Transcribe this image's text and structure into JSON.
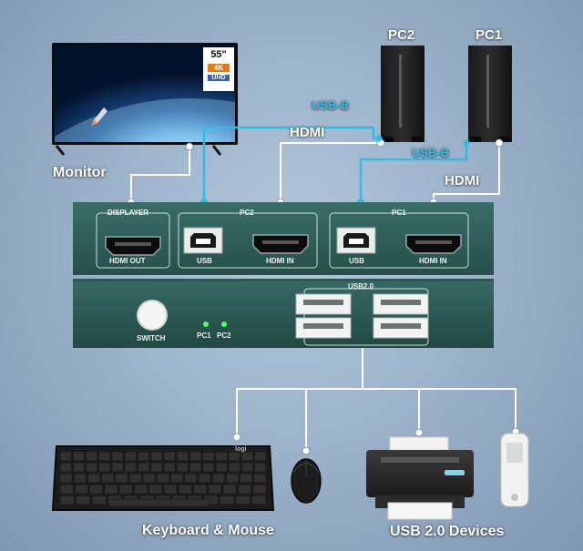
{
  "labels": {
    "monitor": "Monitor",
    "pc2": "PC2",
    "pc1": "PC1",
    "usb_b_pc2": "USB-B",
    "usb_b_pc1": "USB-B",
    "hdmi_pc2": "HDMI",
    "hdmi_pc1": "HDMI",
    "keyboard_mouse": "Keyboard & Mouse",
    "usb_devices": "USB 2.0 Devices"
  },
  "monitor_badge": {
    "size": "55\"",
    "line1": "4K",
    "line2": "UHD"
  },
  "kvm_front": {
    "displayer": "DISPLAYER",
    "pc2_group": "PC2",
    "pc1_group": "PC1",
    "hdmi_out": "HDMI OUT",
    "usb_pc2": "USB",
    "hdmi_in_pc2": "HDMI IN",
    "usb_pc1": "USB",
    "hdmi_in_pc1": "HDMI IN"
  },
  "kvm_back": {
    "usb20": "USB2.0",
    "switch": "SWITCH",
    "led_pc1": "PC1",
    "led_pc2": "PC2"
  },
  "mouse_logo": "logi",
  "colors": {
    "background": "#97aec6",
    "kvm_body": "#2f5d58",
    "usb_b_cable": "#2fbde8",
    "hdmi_cable": "#ffffff",
    "led": "#4dff6a"
  }
}
